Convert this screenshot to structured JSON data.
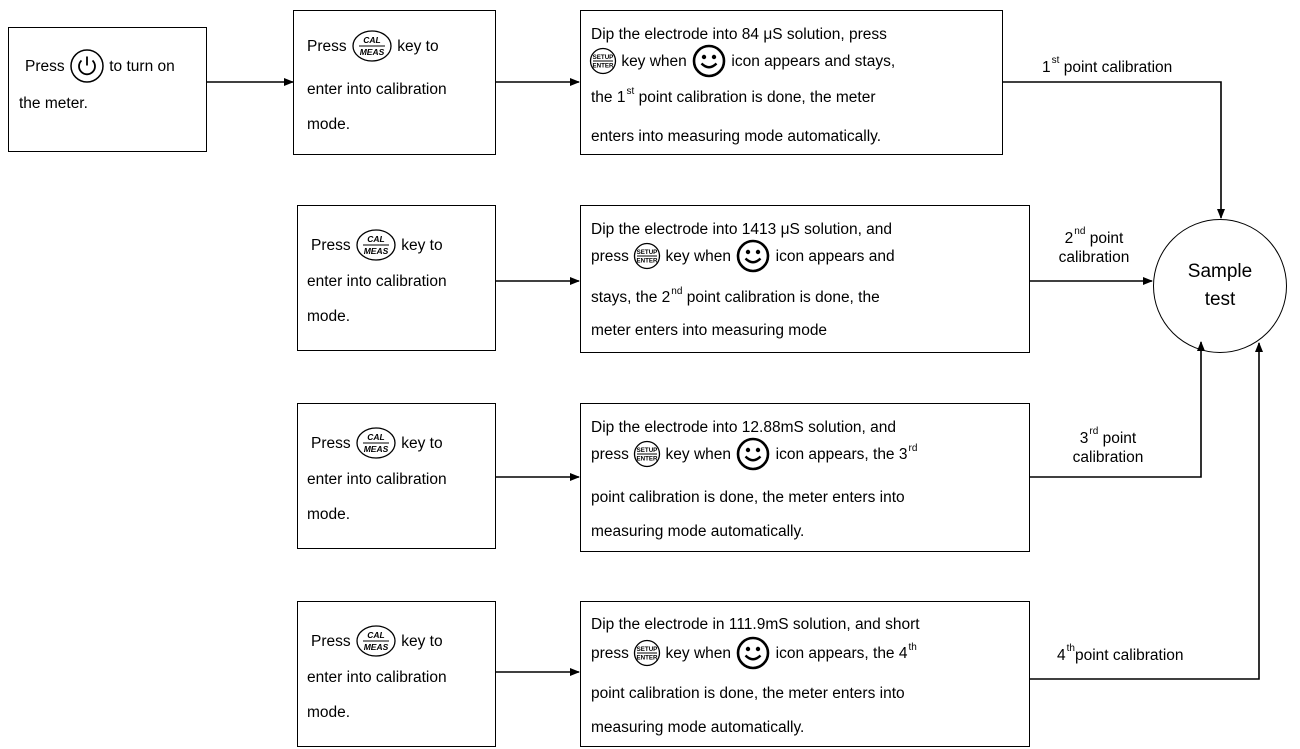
{
  "step0": {
    "line1_a": "Press",
    "line1_b": "to turn on",
    "line2": "the meter.",
    "icon": "power-button-icon"
  },
  "cal_key": {
    "top": "CAL",
    "bottom": "MEAS",
    "icon": "cal-meas-key-icon"
  },
  "setup_key": {
    "top": "SETUP",
    "bottom": "ENTER",
    "icon": "setup-enter-key-icon"
  },
  "smiley": {
    "icon": "smiley-icon"
  },
  "cal_box": {
    "line1_a": "Press",
    "line1_b": "key to",
    "line2": "enter into calibration",
    "line3": "mode."
  },
  "step1": {
    "line1": "Dip the electrode into 84 μS solution, press",
    "line2_a": "key when",
    "line2_b": "icon appears and stays,",
    "line3_a": "the 1",
    "line3_sup": "st",
    "line3_b": "point calibration is done, the meter",
    "line4": "enters into measuring mode automatically.",
    "label_a": "1",
    "label_sup": "st",
    "label_b": " point calibration"
  },
  "step2": {
    "line1": "Dip the electrode into 1413 μS solution, and",
    "line2_a": "press",
    "line2_b": "key when",
    "line2_c": "icon appears and",
    "line3_a": "stays, the 2",
    "line3_sup": "nd",
    "line3_b": "point calibration is done, the",
    "line4": "meter enters into measuring mode",
    "label_a": "2",
    "label_sup": "nd",
    "label_b": " point",
    "label_c": "calibration"
  },
  "step3": {
    "line1": "Dip the electrode into 12.88mS solution, and",
    "line2_a": "press",
    "line2_b": "key when",
    "line2_c": "icon appears, the 3",
    "line2_sup": "rd",
    "line3": "point calibration is done, the meter enters into",
    "line4": "measuring mode automatically.",
    "label_a": "3",
    "label_sup": "rd",
    "label_b": " point",
    "label_c": "calibration"
  },
  "step4": {
    "line1": "Dip the electrode in 111.9mS solution, and short",
    "line2_a": "press",
    "line2_b": "key when",
    "line2_c": "icon appears, the 4",
    "line2_sup": "th",
    "line3": "point calibration is done, the meter enters into",
    "line4": "measuring mode automatically.",
    "label_a": "4",
    "label_sup": "th",
    "label_b": "point calibration"
  },
  "result": {
    "line1": "Sample",
    "line2": "test"
  }
}
